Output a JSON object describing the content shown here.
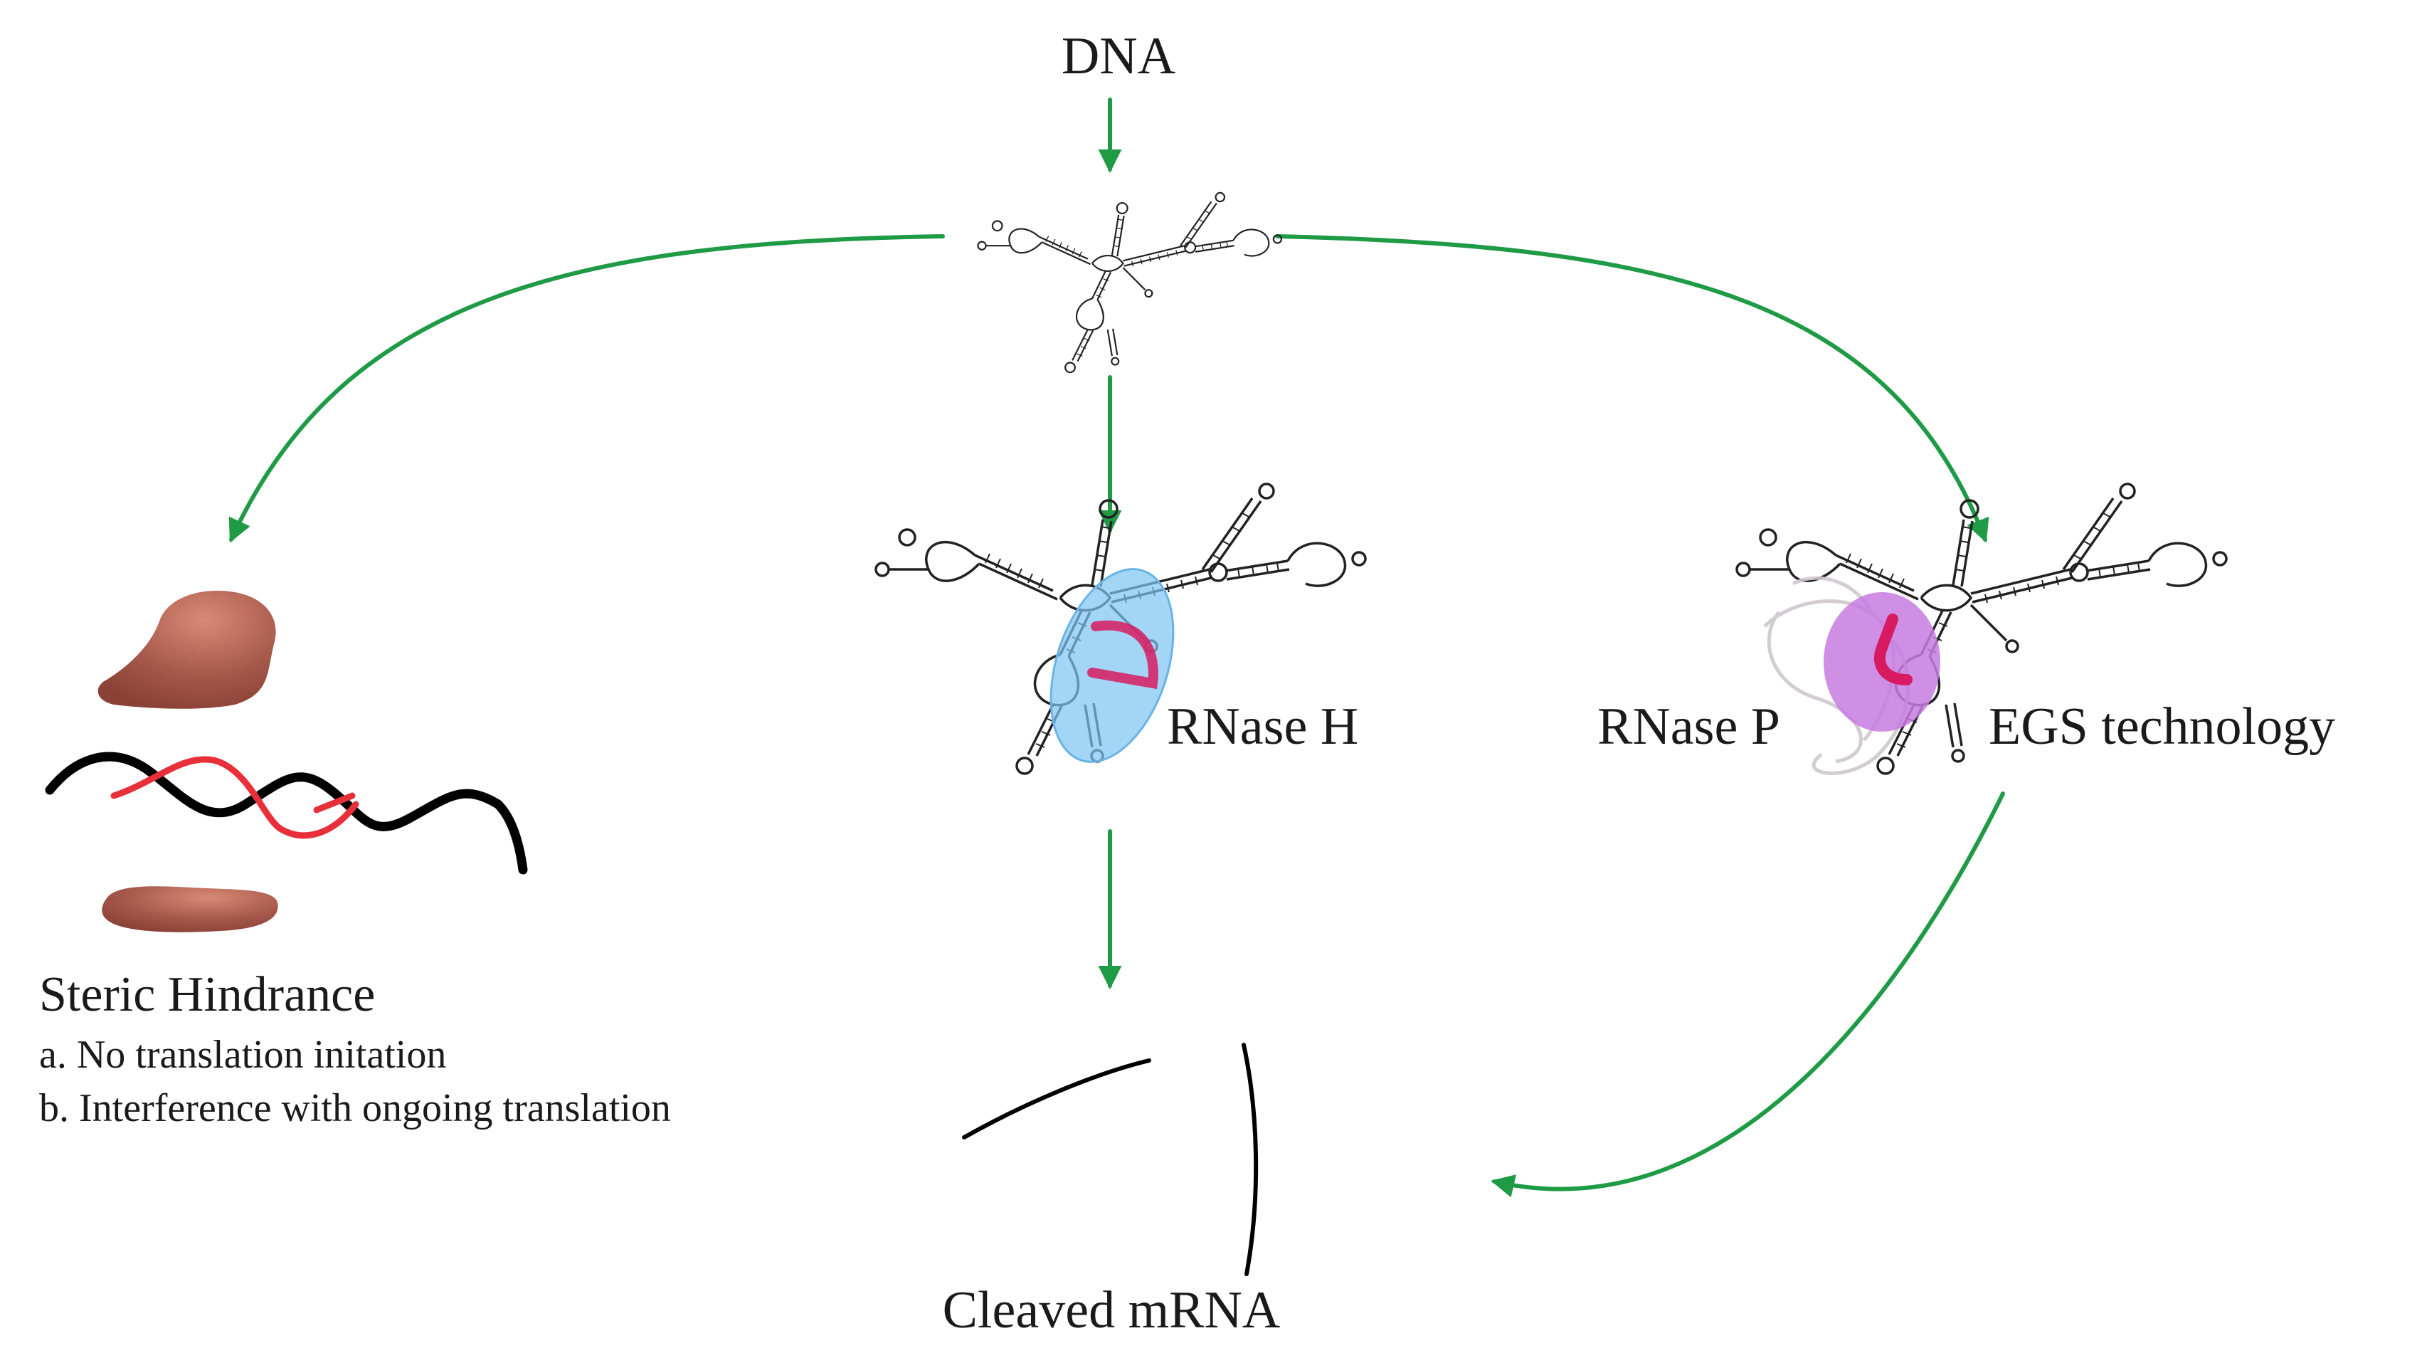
{
  "labels": {
    "dna": "DNA",
    "rnase_h": "RNase H",
    "rnase_p": "RNase P",
    "egs": "EGS technology",
    "steric_title": "Steric Hindrance",
    "steric_a": "a. No translation initation",
    "steric_b": "b. Interference with ongoing translation",
    "cleaved": "Cleaved mRNA"
  },
  "colors": {
    "arrow": "#1f9a45",
    "ribosome": "#a5574a",
    "mrna_strand": "#000000",
    "antisense_strand": "#e8303a",
    "rnase_h_enzyme": "#7cc4f2",
    "rnase_p_enzyme": "#c77be0",
    "oligo_highlight": "#d81b60"
  }
}
